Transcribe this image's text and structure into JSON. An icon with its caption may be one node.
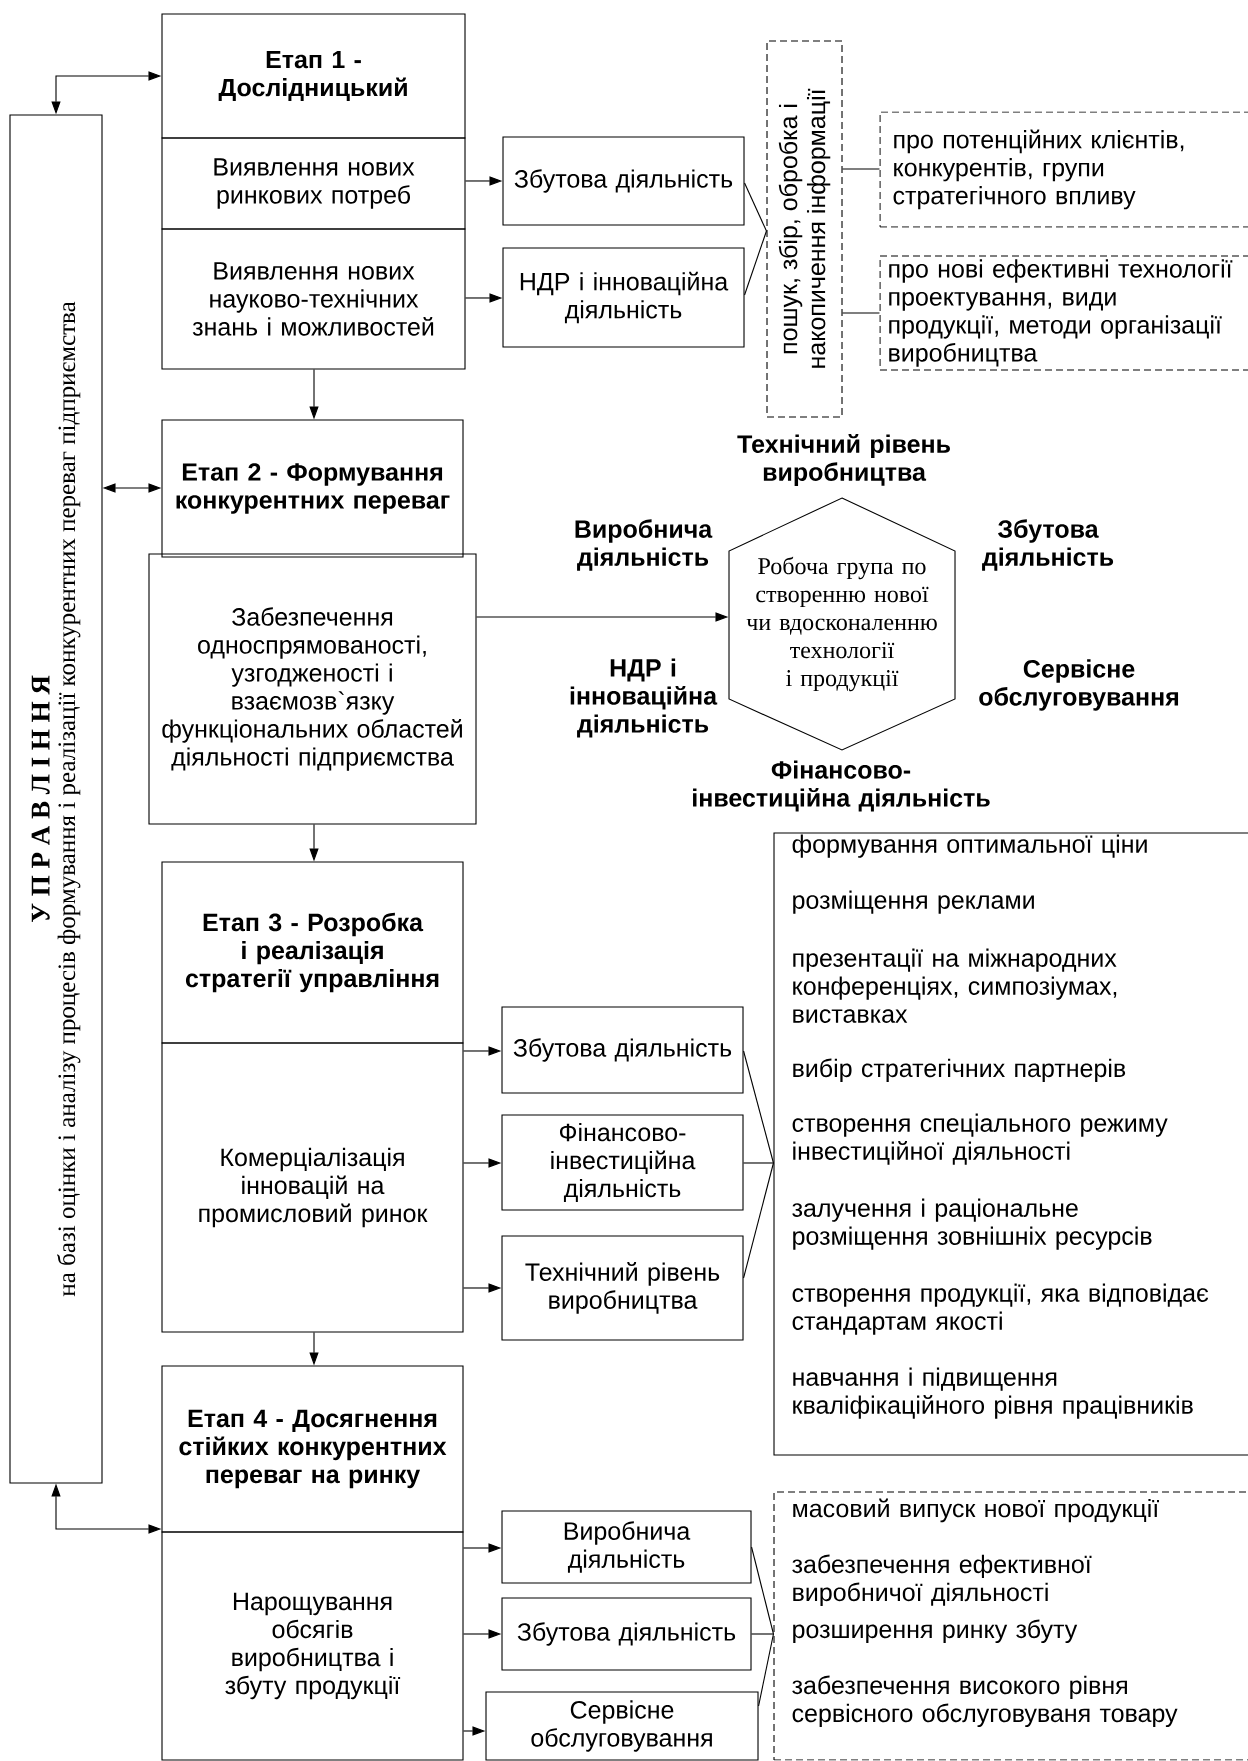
{
  "diagram": {
    "nodes": [
      {
        "text": [
          "У П Р А В Л І Н Н Я",
          "на базі оцінки і аналізу процесів формування і реалізації конкурентних переваг підприємства"
        ]
      },
      {
        "text": [
          "Етап 1 - Дослідницький"
        ]
      },
      {
        "text": [
          "Виявлення нових ринкових потреб"
        ]
      },
      {
        "text": [
          "Виявлення нових науково-технічних знань і можливостей"
        ]
      },
      {
        "text": [
          "Збутова діяльність"
        ]
      },
      {
        "text": [
          "НДР і інноваційна діяльність"
        ]
      },
      {
        "text": [
          "пошук, збір, обробка і накопичення інформації"
        ]
      },
      {
        "text": [
          "про потенційних клієнтів, конкурентів, групи стратегічного впливу"
        ]
      },
      {
        "text": [
          "про нові ефективні технології проектування, види продукції, методи організації виробництва"
        ]
      },
      {
        "text": [
          "Етап 2 - Формування конкурентних переваг"
        ]
      },
      {
        "text": [
          "Забезпечення односпрямованості, узгодженості і взаємозв`язку функціональних областей діяльності підприємства"
        ]
      },
      {
        "text": [
          "Робоча група по створенню нової чи вдосконаленню технології і продукції"
        ]
      },
      {
        "text": [
          "Етап 3 - Розробка і реалізація стратегії управління"
        ]
      },
      {
        "text": [
          "Комерціалізація інновацій на промисловий ринок"
        ]
      },
      {
        "text": [
          "Збутова діяльність"
        ]
      },
      {
        "text": [
          "Фінансово-інвестиційна діяльність"
        ]
      },
      {
        "text": [
          "Технічний рівень виробництва"
        ]
      },
      {
        "text": [
          "формування оптимальної ціни",
          "розміщення реклами",
          "презентації на міжнародних конференціях, симпозіумах, виставках",
          "вибір стратегічних партнерів",
          "створення спеціального режиму інвестиційної діяльності",
          "залучення і раціональне розміщення зовнішніх ресурсів",
          "створення продукції, яка відповідає стандартам якості",
          "навчання і підвищення кваліфікаційного рівня працівників"
        ]
      },
      {
        "text": [
          "Етап 4 - Досягнення стійких конкурентних переваг на ринку"
        ]
      },
      {
        "text": [
          "Нарощування обсягів виробництва  і збуту продукції"
        ]
      },
      {
        "text": [
          "Виробнича діяльність"
        ]
      },
      {
        "text": [
          "Збутова діяльність"
        ]
      },
      {
        "text": [
          "Сервісне обслуговування"
        ]
      },
      {
        "text": [
          "масовий випуск нової продукції",
          "забезпечення ефективної виробничої діяльності",
          "розширення ринку збуту",
          "забезпечення високого рівня сервісного обслуговуваня товару"
        ]
      }
    ],
    "edges": [
      {
        "from": 0,
        "to": 1,
        "arrow": "both"
      },
      {
        "from": 0,
        "to": 9,
        "arrow": "both"
      },
      {
        "from": 0,
        "to": 18,
        "arrow": "both"
      },
      {
        "from": 2,
        "to": 4,
        "arrow": "to"
      },
      {
        "from": 3,
        "to": 5,
        "arrow": "to"
      },
      {
        "from": 4,
        "to": 6,
        "arrow": "none"
      },
      {
        "from": 5,
        "to": 6,
        "arrow": "none"
      },
      {
        "from": 6,
        "to": 7,
        "arrow": "none"
      },
      {
        "from": 6,
        "to": 8,
        "arrow": "none"
      },
      {
        "from": 3,
        "to": 9,
        "arrow": "to"
      },
      {
        "from": 10,
        "to": 11,
        "arrow": "to"
      },
      {
        "from": 10,
        "to": 12,
        "arrow": "to"
      },
      {
        "from": 13,
        "to": 14,
        "arrow": "to"
      },
      {
        "from": 13,
        "to": 15,
        "arrow": "to"
      },
      {
        "from": 13,
        "to": 16,
        "arrow": "to"
      },
      {
        "from": 14,
        "to": 17,
        "arrow": "none"
      },
      {
        "from": 15,
        "to": 17,
        "arrow": "none"
      },
      {
        "from": 16,
        "to": 17,
        "arrow": "none"
      },
      {
        "from": 13,
        "to": 18,
        "arrow": "to"
      },
      {
        "from": 19,
        "to": 20,
        "arrow": "to"
      },
      {
        "from": 19,
        "to": 21,
        "arrow": "to"
      },
      {
        "from": 19,
        "to": 22,
        "arrow": "to"
      },
      {
        "from": 20,
        "to": 23,
        "arrow": "none"
      },
      {
        "from": 21,
        "to": 23,
        "arrow": "none"
      },
      {
        "from": 22,
        "to": 23,
        "arrow": "none"
      }
    ],
    "labels": [
      "Технічний рівень виробництва",
      "Виробнича діяльність",
      "Збутова діяльність",
      "НДР і інноваційна діяльність",
      "Сервісне обслуговування",
      "Фінансово-інвестиційна діяльність"
    ]
  }
}
